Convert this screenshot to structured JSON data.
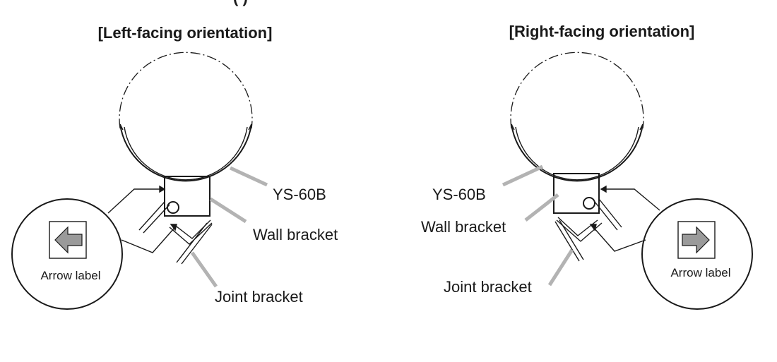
{
  "top_heading_fragment": "(                                         )",
  "left": {
    "heading": "[Left-facing orientation]",
    "label_ys": "YS-60B",
    "label_wall": "Wall bracket",
    "label_joint": "Joint bracket",
    "label_arrow": "Arrow label"
  },
  "right": {
    "heading": "[Right-facing orientation]",
    "label_ys": "YS-60B",
    "label_wall": "Wall bracket",
    "label_joint": "Joint bracket",
    "label_arrow": "Arrow label"
  },
  "colors": {
    "ink": "#1a1a1a",
    "leader": "#b3b3b3",
    "arrow_fill": "#9a9a9a"
  }
}
